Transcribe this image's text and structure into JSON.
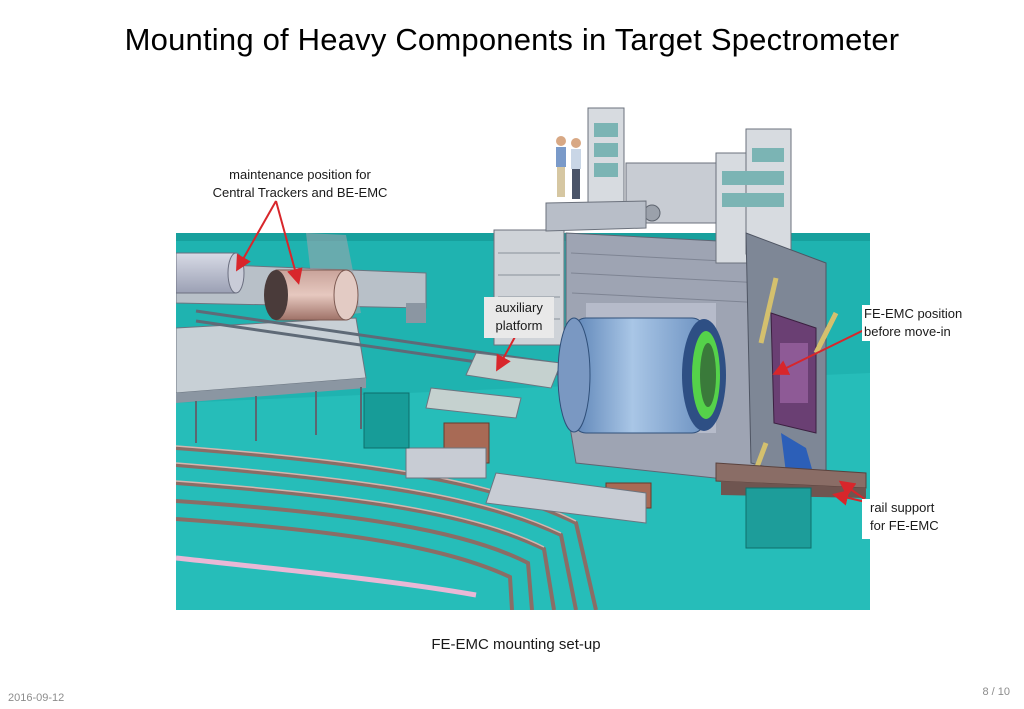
{
  "slide": {
    "title": "Mounting of Heavy Components in Target Spectrometer",
    "caption": "FE-EMC mounting set-up",
    "date": "2016-09-12",
    "page": "8 / 10"
  },
  "annotations": {
    "maintenance_line1": "maintenance position for",
    "maintenance_line2": "Central Trackers and BE-EMC",
    "auxiliary_line1": "auxiliary",
    "auxiliary_line2": "platform",
    "feemc_line1": "FE-EMC position",
    "feemc_line2": "before move-in",
    "rail_line1": "rail support",
    "rail_line2": "for FE-EMC"
  },
  "colors": {
    "floor": "#1fb3b0",
    "arrow": "#d8262b",
    "detector": "#8ab0d8",
    "detector_ring": "#55d24a",
    "steel": "#9aa3b3"
  }
}
